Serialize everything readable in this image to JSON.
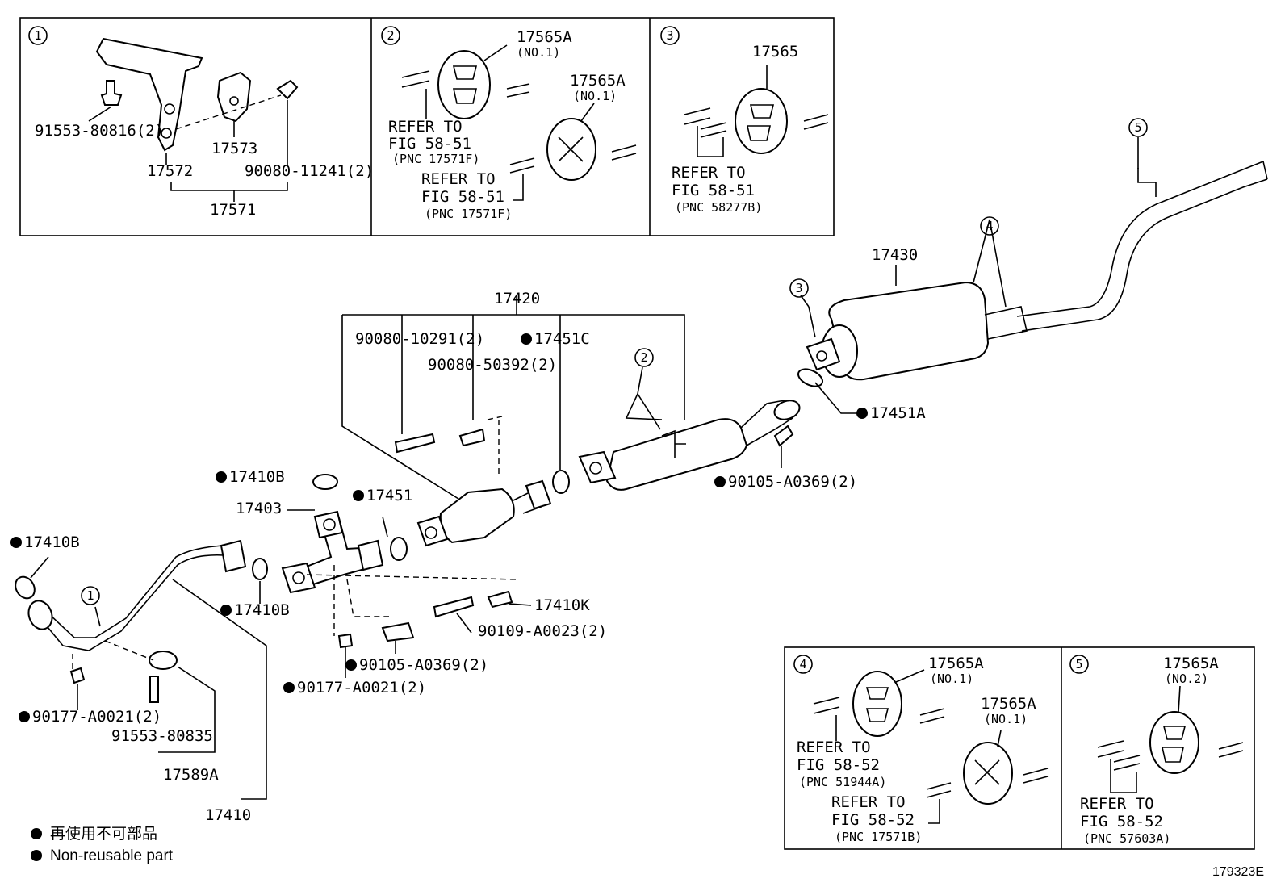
{
  "figure_id": "179323E",
  "legend": {
    "jp": "再使用不可部品",
    "en": "Non-reusable part"
  },
  "insets": {
    "i1": {
      "num": "1",
      "p1": "91553-80816(2)",
      "p2": "17573",
      "p3": "17572",
      "p4": "90080-11241(2)",
      "p5": "17571"
    },
    "i2": {
      "num": "2",
      "a1": "17565A",
      "a1n": "(NO.1)",
      "a2": "17565A",
      "a2n": "(NO.1)",
      "r1a": "REFER TO",
      "r1b": "FIG 58-51",
      "r1c": "(PNC 17571F)",
      "r2a": "REFER TO",
      "r2b": "FIG 58-51",
      "r2c": "(PNC 17571F)"
    },
    "i3": {
      "num": "3",
      "a1": "17565",
      "ra": "REFER TO",
      "rb": "FIG 58-51",
      "rc": "(PNC 58277B)"
    },
    "i4": {
      "num": "4",
      "a1": "17565A",
      "a1n": "(NO.1)",
      "a2": "17565A",
      "a2n": "(NO.1)",
      "r1a": "REFER TO",
      "r1b": "FIG 58-52",
      "r1c": "(PNC 51944A)",
      "r2a": "REFER TO",
      "r2b": "FIG 58-52",
      "r2c": "(PNC 17571B)"
    },
    "i5": {
      "num": "5",
      "a1": "17565A",
      "a1n": "(NO.2)",
      "ra": "REFER TO",
      "rb": "FIG 58-52",
      "rc": "(PNC 57603A)"
    }
  },
  "main": {
    "p17430": "17430",
    "p17420": "17420",
    "p9008010291": "90080-10291(2)",
    "p17451C": "17451C",
    "p9008050392": "90080-50392(2)",
    "p17451A": "17451A",
    "p90105a": "90105-A0369(2)",
    "p17410B1": "17410B",
    "p17403": "17403",
    "p17451": "17451",
    "p17410B2": "17410B",
    "p17410B3": "17410B",
    "p17410K": "17410K",
    "p90109": "90109-A0023(2)",
    "p90105b": "90105-A0369(2)",
    "p90177a": "90177-A0021(2)",
    "p90177b": "90177-A0021(2)",
    "p91553": "91553-80835",
    "p17589A": "17589A",
    "p17410": "17410",
    "c1": "1",
    "c2": "2",
    "c3": "3",
    "c4": "4",
    "c5": "5"
  }
}
